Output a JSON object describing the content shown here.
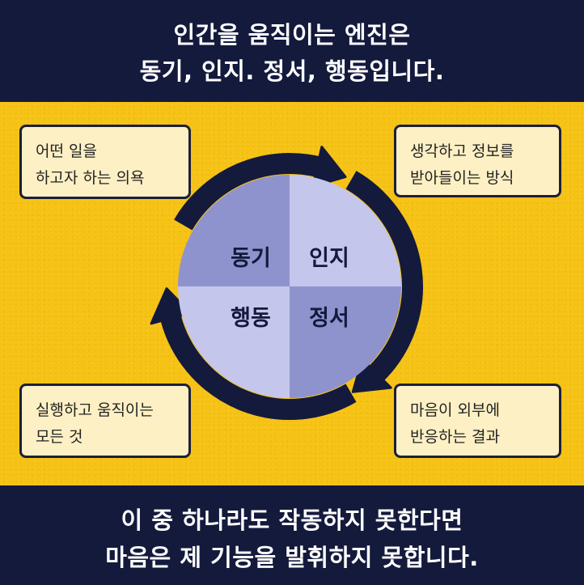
{
  "header": {
    "line1": "인간을 움직이는 엔진은",
    "line2": "동기, 인지. 정서, 행동입니다."
  },
  "cycle": {
    "quadrants": [
      {
        "label": "동기",
        "color": "#8f93cd"
      },
      {
        "label": "인지",
        "color": "#c4c6ec"
      },
      {
        "label": "행동",
        "color": "#c4c6ec"
      },
      {
        "label": "정서",
        "color": "#8f93cd"
      }
    ],
    "ring_color": "#141a3c"
  },
  "notes": {
    "motivation": {
      "line1": "어떤 일을",
      "line2": "하고자 하는 의욕"
    },
    "cognition": {
      "line1": "생각하고 정보를",
      "line2": "받아들이는 방식"
    },
    "behavior": {
      "line1": "실행하고 움직이는",
      "line2": "모든 것"
    },
    "emotion": {
      "line1": "마음이 외부에",
      "line2": "반응하는 결과"
    }
  },
  "footer": {
    "line1": "이 중 하나라도 작동하지 못한다면",
    "line2": "마음은 제 기능을 발휘하지 못합니다."
  },
  "colors": {
    "background": "#f6c213",
    "band": "#141a3c",
    "note_fill": "#fdf0c4"
  }
}
